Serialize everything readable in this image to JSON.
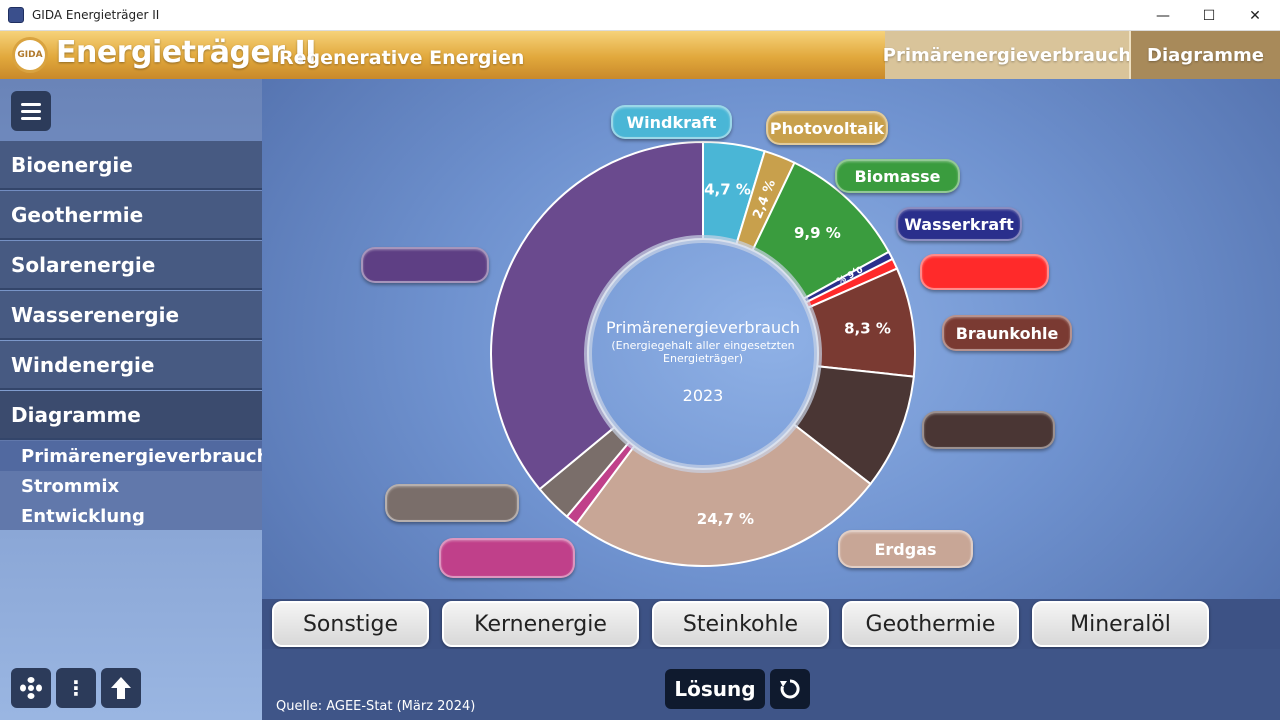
{
  "window": {
    "title": "GIDA Energieträger II",
    "controls": {
      "minimize": "—",
      "maximize": "☐",
      "close": "✕"
    }
  },
  "header": {
    "logo_text": "GIDA",
    "title": "Energieträger II",
    "subtitle": "Regenerative Energien",
    "tabs": [
      "Primärenergieverbrauch",
      "Diagramme"
    ]
  },
  "sidebar": {
    "items": [
      "Bioenergie",
      "Geothermie",
      "Solarenergie",
      "Wasserenergie",
      "Windenergie",
      "Diagramme"
    ],
    "subitems": [
      "Primärenergieverbrauch",
      "Strommix",
      "Entwicklung"
    ],
    "tools": [
      "move-icon",
      "more-icon",
      "up-icon"
    ]
  },
  "chart": {
    "center_title": "Primärenergieverbrauch",
    "center_subtitle_1": "(Energiegehalt aller eingesetzten",
    "center_subtitle_2": "Energieträger)",
    "year": "2023"
  },
  "chart_data": {
    "type": "pie",
    "slices": [
      {
        "name": "Windkraft",
        "value": 4.7,
        "label": "4,7 %",
        "color": "#4ab6d6"
      },
      {
        "name": "Photovoltaik",
        "value": 2.4,
        "label": "2,4 %",
        "color": "#c8a04c"
      },
      {
        "name": "Biomasse",
        "value": 9.9,
        "label": "9,9 %",
        "color": "#3a9c3e"
      },
      {
        "name": "Wasserkraft",
        "value": 0.6,
        "label": "0,6 %",
        "color": "#2a2f8c"
      },
      {
        "name": "",
        "value": 0.8,
        "label": "",
        "color": "#ff2a2a"
      },
      {
        "name": "Braunkohle",
        "value": 8.3,
        "label": "8,3 %",
        "color": "#7a3a32"
      },
      {
        "name": "",
        "value": 8.8,
        "label": "",
        "color": "#4a3634"
      },
      {
        "name": "Erdgas",
        "value": 24.7,
        "label": "24,7 %",
        "color": "#c8a696"
      },
      {
        "name": "",
        "value": 0.9,
        "label": "",
        "color": "#c0408a"
      },
      {
        "name": "",
        "value": 2.9,
        "label": "",
        "color": "#7a6e6a"
      },
      {
        "name": "",
        "value": 36.0,
        "label": "",
        "color": "#6a4a8e"
      }
    ]
  },
  "pill_labels": [
    {
      "text": "Windkraft",
      "color": "#4ab6d6"
    },
    {
      "text": "Photovoltaik",
      "color": "#c8a04c"
    },
    {
      "text": "Biomasse",
      "color": "#3a9c3e"
    },
    {
      "text": "Wasserkraft",
      "color": "#2a2f8c"
    },
    {
      "text": "",
      "color": "#ff2a2a"
    },
    {
      "text": "Braunkohle",
      "color": "#7a3a32"
    },
    {
      "text": "",
      "color": "#4a3634"
    },
    {
      "text": "Erdgas",
      "color": "#c8a696"
    },
    {
      "text": "",
      "color": "#c0408a"
    },
    {
      "text": "",
      "color": "#7a6e6a"
    },
    {
      "text": "",
      "color": "#5e3f84"
    }
  ],
  "answers": [
    "Sonstige",
    "Kernenergie",
    "Steinkohle",
    "Geothermie",
    "Mineralöl"
  ],
  "footer": {
    "solution_label": "Lösung",
    "reset_icon": "reset-icon",
    "source": "Quelle: AGEE-Stat (März 2024)"
  }
}
